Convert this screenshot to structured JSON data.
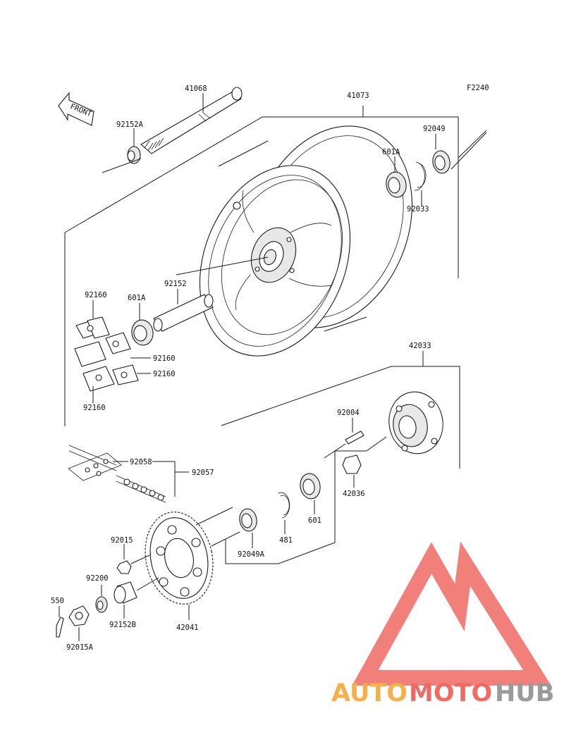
{
  "diagram_code": "F2240",
  "front_arrow_text": "FRONT",
  "labels": {
    "p41068": "41068",
    "p41073": "41073",
    "p92152A": "92152A",
    "p92049_top": "92049",
    "p601A_top": "601A",
    "p92033": "92033",
    "p92152": "92152",
    "p601A_left": "601A",
    "p92160_a": "92160",
    "p92160_b": "92160",
    "p92160_c": "92160",
    "p92160_d": "92160",
    "p42033": "42033",
    "p92004": "92004",
    "p42036": "42036",
    "p92058": "92058",
    "p92057": "92057",
    "p601": "601",
    "p481": "481",
    "p92049A": "92049A",
    "p92015": "92015",
    "p92200": "92200",
    "p550": "550",
    "p92152B": "92152B",
    "p42041": "42041",
    "p92015A": "92015A"
  },
  "watermark": {
    "part1": "AUTO",
    "part2": "MOTO",
    "part3": "HUB",
    "color1": "#f6b04a",
    "color2": "#ef6a63",
    "color3": "#9a9a9a",
    "logo_color": "#ef6a63"
  }
}
